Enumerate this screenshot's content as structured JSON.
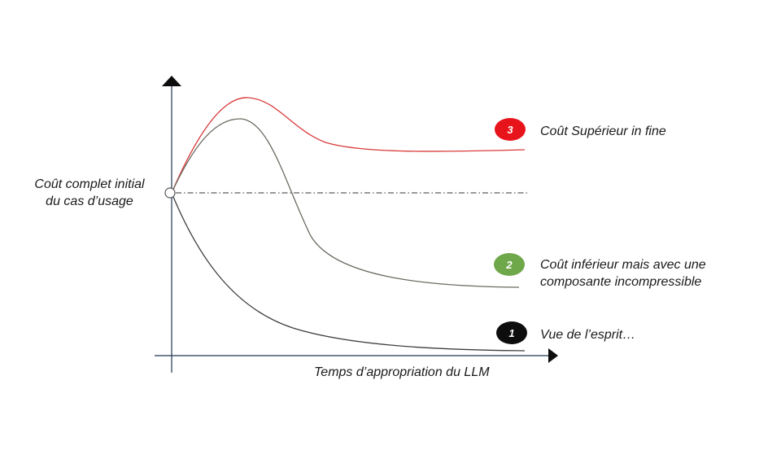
{
  "axes": {
    "y_label_line1": "Coût complet initial",
    "y_label_line2": "du cas d’usage",
    "x_label": "Temps d’appropriation du LLM"
  },
  "scenarios": [
    {
      "number": "3",
      "label_line1": "Coût Supérieur in fine",
      "label_line2": "",
      "badge_color": "#e8141c",
      "line_color": "#d93b3b"
    },
    {
      "number": "2",
      "label_line1": "Coût inférieur mais avec une",
      "label_line2": "composante incompressible",
      "badge_color": "#6fa84a",
      "line_color": "#6b6b62"
    },
    {
      "number": "1",
      "label_line1": "Vue de l’esprit…",
      "label_line2": "",
      "badge_color": "#0d0d0d",
      "line_color": "#3f3f3f"
    }
  ],
  "colors": {
    "axis": "#1f3550",
    "reference_line": "#333333"
  }
}
